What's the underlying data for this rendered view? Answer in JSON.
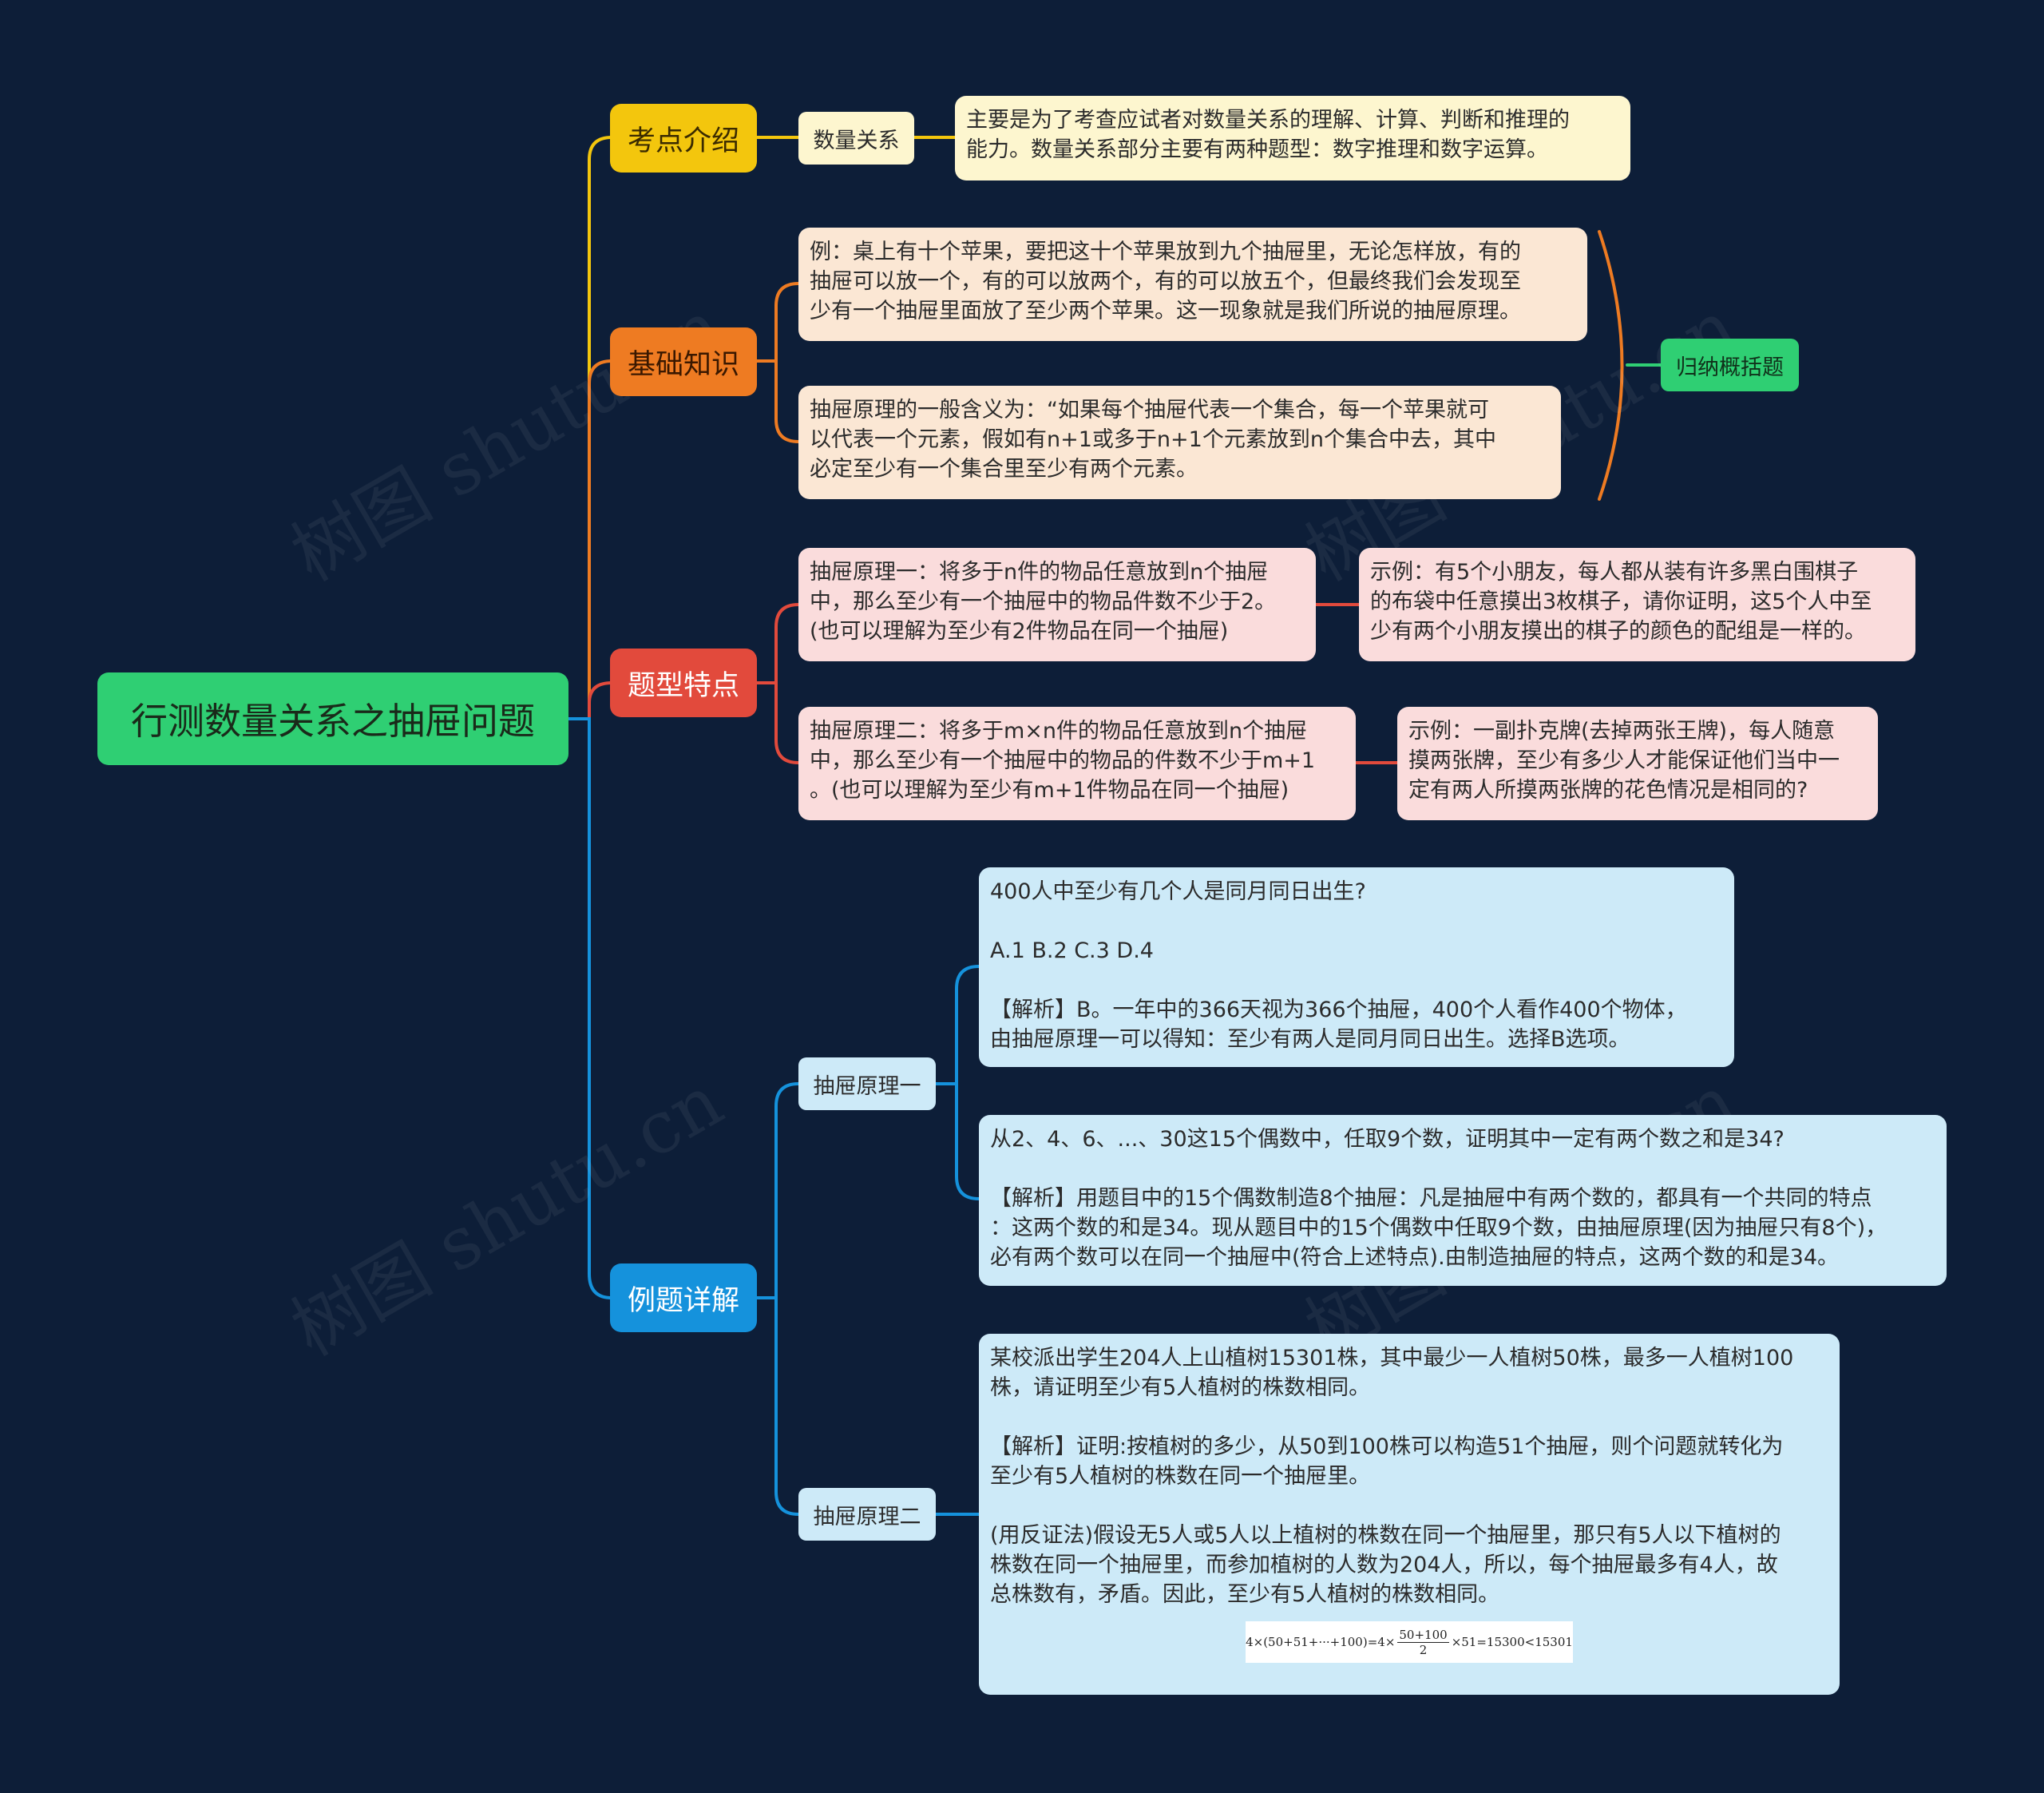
{
  "root": {
    "label": "行测数量关系之抽屉问题"
  },
  "watermark": "树图 shutu.cn",
  "branches": {
    "kaodian": {
      "label": "考点介绍",
      "sub_label": "数量关系",
      "detail": "主要是为了考查应试者对数量关系的理解、计算、判断和推理的\n能力。数量关系部分主要有两种题型：数字推理和数字运算。"
    },
    "jichu": {
      "label": "基础知识",
      "item1": "例：桌上有十个苹果，要把这十个苹果放到九个抽屉里，无论怎样放，有的\n抽屉可以放一个，有的可以放两个，有的可以放五个，但最终我们会发现至\n少有一个抽屉里面放了至少两个苹果。这一现象就是我们所说的抽屉原理。",
      "item2": "抽屉原理的一般含义为：“如果每个抽屉代表一个集合，每一个苹果就可\n以代表一个元素，假如有n+1或多于n+1个元素放到n个集合中去，其中\n必定至少有一个集合里至少有两个元素。",
      "summary": "归纳概括题"
    },
    "tixing": {
      "label": "题型特点",
      "item1": "抽屉原理一：将多于n件的物品任意放到n个抽屉\n中，那么至少有一个抽屉中的物品件数不少于2。\n(也可以理解为至少有2件物品在同一个抽屉)",
      "item1_example": "示例：有5个小朋友，每人都从装有许多黑白围棋子\n的布袋中任意摸出3枚棋子，请你证明，这5个人中至\n少有两个小朋友摸出的棋子的颜色的配组是一样的。",
      "item2": "抽屉原理二：将多于m×n件的物品任意放到n个抽屉\n中，那么至少有一个抽屉中的物品的件数不少于m+1\n。(也可以理解为至少有m+1件物品在同一个抽屉)",
      "item2_example": "示例：一副扑克牌(去掉两张王牌)，每人随意\n摸两张牌，至少有多少人才能保证他们当中一\n定有两人所摸两张牌的花色情况是相同的?"
    },
    "liti": {
      "label": "例题详解",
      "sub1_label": "抽屉原理一",
      "sub1_q1": "400人中至少有几个人是同月同日出生?\n\nA.1 B.2 C.3 D.4\n\n【解析】B。一年中的366天视为366个抽屉，400个人看作400个物体，\n由抽屉原理一可以得知：至少有两人是同月同日出生。选择B选项。",
      "sub1_q2": "从2、4、6、...、30这15个偶数中，任取9个数，证明其中一定有两个数之和是34?\n\n【解析】用题目中的15个偶数制造8个抽屉：凡是抽屉中有两个数的，都具有一个共同的特点\n：这两个数的和是34。现从题目中的15个偶数中任取9个数，由抽屉原理(因为抽屉只有8个)，\n必有两个数可以在同一个抽屉中(符合上述特点).由制造抽屉的特点，这两个数的和是34。",
      "sub2_label": "抽屉原理二",
      "sub2_q1": "某校派出学生204人上山植树15301株，其中最少一人植树50株，最多一人植树100\n株，请证明至少有5人植树的株数相同。\n\n【解析】证明:按植树的多少，从50到100株可以构造51个抽屉，则个问题就转化为\n至少有5人植树的株数在同一个抽屉里。\n\n(用反证法)假设无5人或5人以上植树的株数在同一个抽屉里，那只有5人以下植树的\n株数在同一个抽屉里，而参加植树的人数为204人，所以，每个抽屉最多有4人，故\n总株数有，矛盾。因此，至少有5人植树的株数相同。",
      "formula": {
        "left": "4×(50+51+···+100)=4×",
        "num": "50+100",
        "den": "2",
        "right": "×51=15300<15301"
      }
    }
  },
  "colors": {
    "background": "#0d1e38",
    "root": "#2fcf73",
    "yellow": "#f3c60d",
    "orange": "#ee7b22",
    "red": "#e24a3c",
    "blue": "#1592dc"
  }
}
